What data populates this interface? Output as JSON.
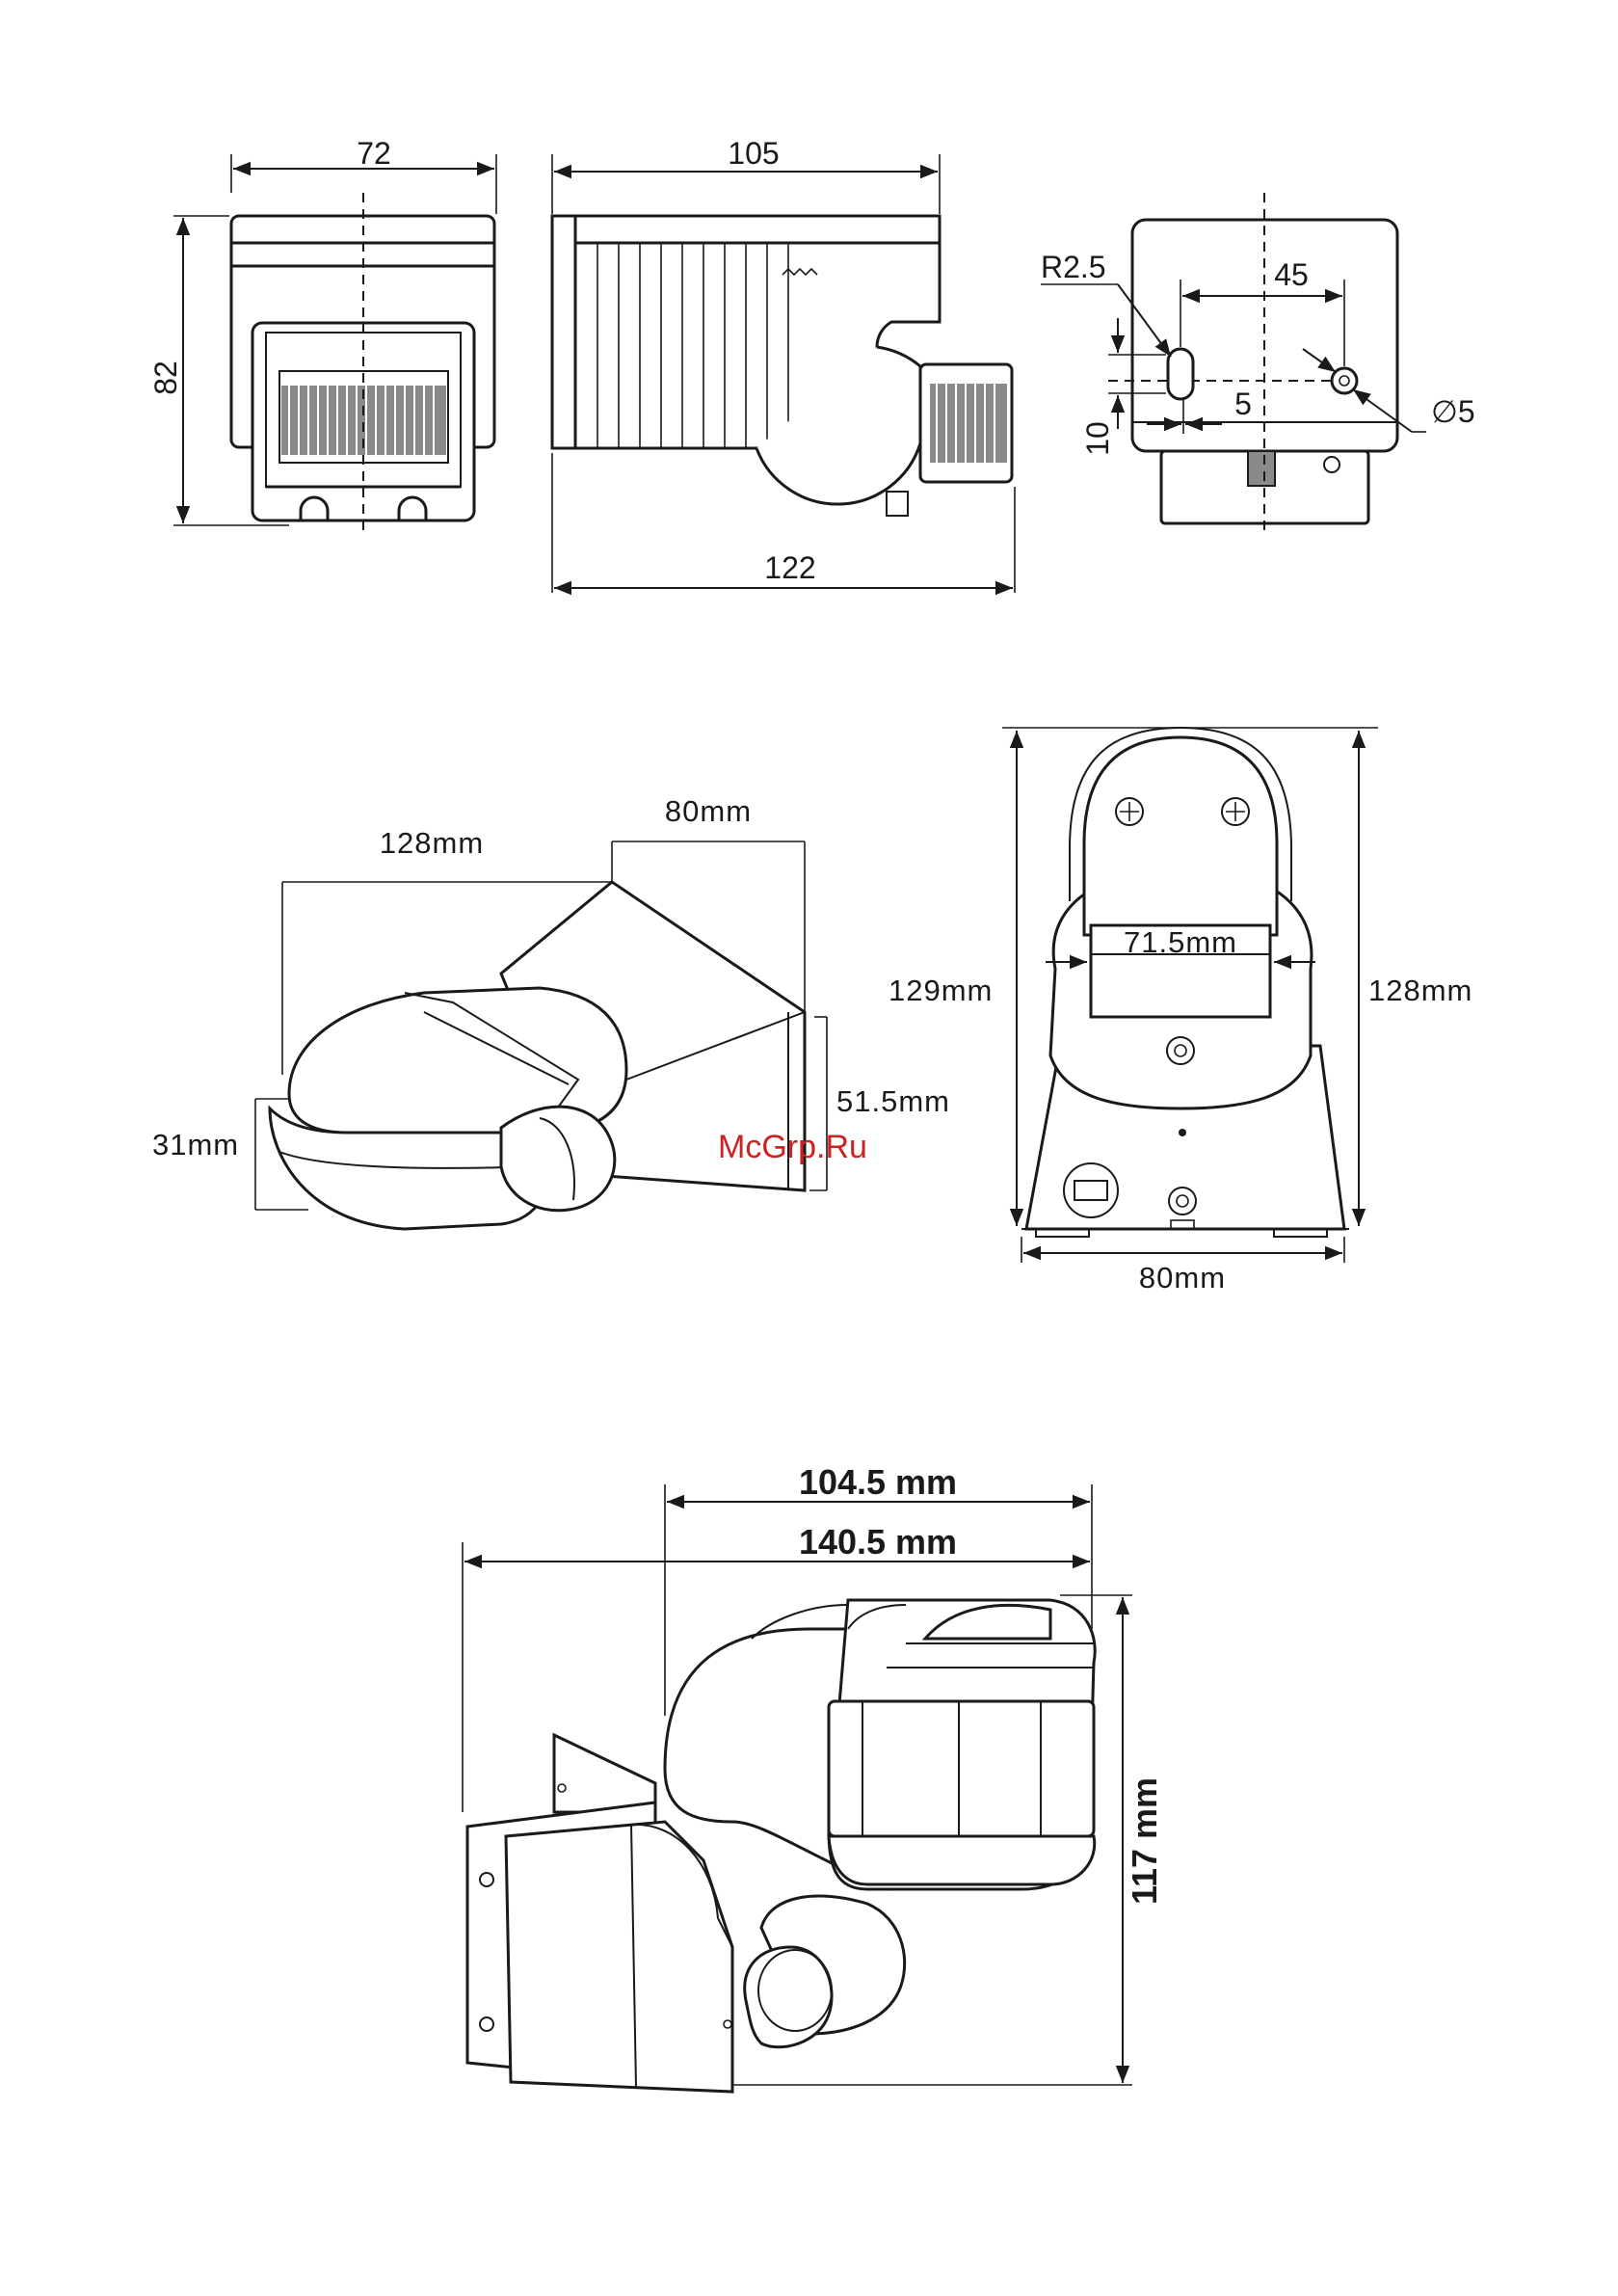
{
  "top_views": {
    "front": {
      "width_label": "72",
      "height_label": "82"
    },
    "side": {
      "top_width_label": "105",
      "bottom_width_label": "122"
    },
    "back": {
      "radius_label": "R2.5",
      "span_label": "45",
      "offset_label": "5",
      "vertical_label": "10",
      "hole_label": "∅5"
    }
  },
  "middle_views": {
    "perspective": {
      "length_label": "128mm",
      "top_label": "80mm",
      "height_label": "51.5mm",
      "sensor_label": "31mm"
    },
    "front": {
      "inner_width_label": "71.5mm",
      "left_height_label": "129mm",
      "right_height_label": "128mm",
      "base_width_label": "80mm"
    }
  },
  "bottom_view": {
    "top_width_label": "104.5 mm",
    "total_width_label": "140.5 mm",
    "height_label": "117 mm"
  },
  "watermark": "McGrp.Ru"
}
